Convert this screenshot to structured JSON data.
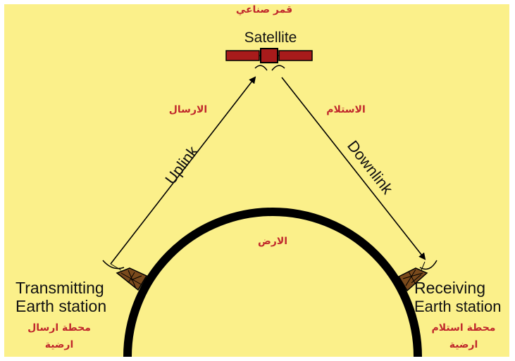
{
  "colors": {
    "background": "#fbf08a",
    "earth_outline": "#000000",
    "arabic_text": "#c0282c",
    "satellite_panel": "#a81b1b",
    "station_fill": "#7a4a1c"
  },
  "satellite": {
    "label_ar": "قمر صناعي",
    "label_en": "Satellite"
  },
  "uplink": {
    "label_en": "Uplink",
    "label_ar": "الارسال"
  },
  "downlink": {
    "label_en": "Downlink",
    "label_ar": "الاستلام"
  },
  "earth": {
    "label_ar": "الارض"
  },
  "transmitting_station": {
    "line1": "Transmitting",
    "line2": "Earth station",
    "ar_line1": "محطة ارسال",
    "ar_line2": "ارضية"
  },
  "receiving_station": {
    "line1": "Receiving",
    "line2": "Earth station",
    "ar_line1": "محطة استلام",
    "ar_line2": "ارضية"
  }
}
